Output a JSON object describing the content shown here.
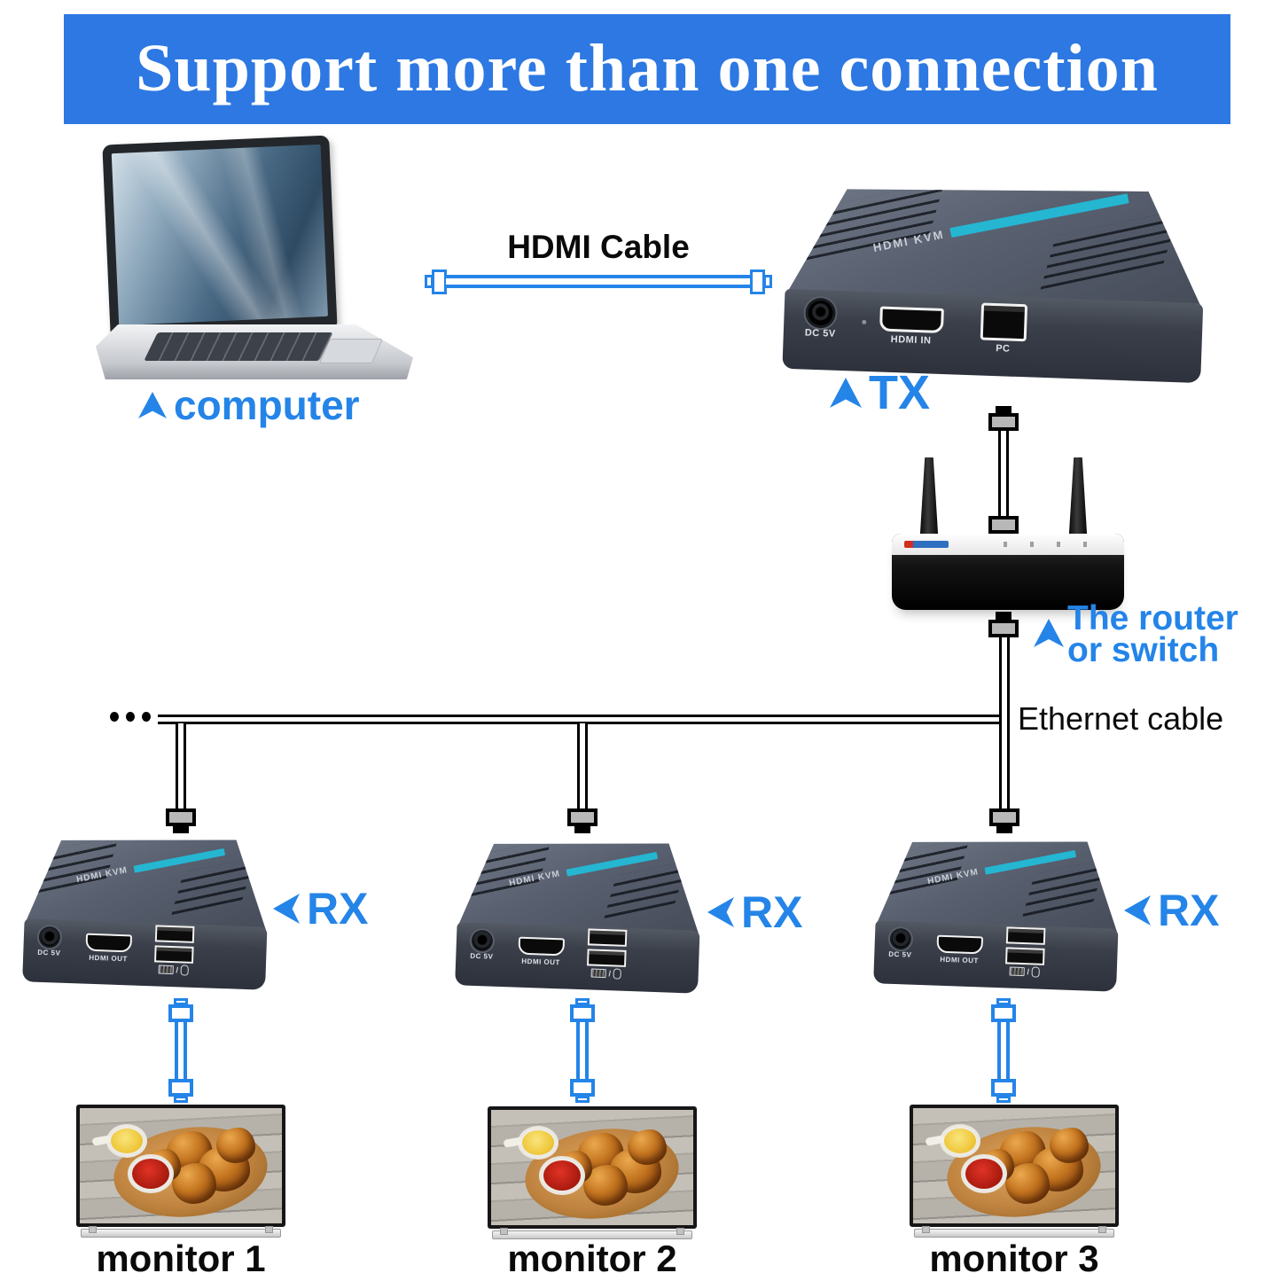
{
  "banner": {
    "title": "Support more than one connection",
    "bg_color": "#2d78e2",
    "text_color": "#ffffff"
  },
  "colors": {
    "accent_blue": "#2484e8",
    "cyan_stripe": "#25b6d2",
    "device_gray": "#4b515d",
    "cable_black": "#000000"
  },
  "computer": {
    "label": "computer"
  },
  "hdmi_cable": {
    "label": "HDMI Cable"
  },
  "tx": {
    "label": "TX",
    "brand_text": "HDMI KVM",
    "ports": {
      "power": "DC 5V",
      "hdmi": "HDMI IN",
      "usb": "PC"
    }
  },
  "router": {
    "label_line1": "The router",
    "label_line2": "or switch"
  },
  "ethernet": {
    "label": "Ethernet cable"
  },
  "rx_units": [
    {
      "label": "RX",
      "brand_text": "HDMI KVM",
      "ports": {
        "power": "DC 5V",
        "hdmi": "HDMI OUT"
      },
      "monitor_label": "monitor 1"
    },
    {
      "label": "RX",
      "brand_text": "HDMI KVM",
      "ports": {
        "power": "DC 5V",
        "hdmi": "HDMI OUT"
      },
      "monitor_label": "monitor 2"
    },
    {
      "label": "RX",
      "brand_text": "HDMI KVM",
      "ports": {
        "power": "DC 5V",
        "hdmi": "HDMI OUT"
      },
      "monitor_label": "monitor 3"
    }
  ]
}
